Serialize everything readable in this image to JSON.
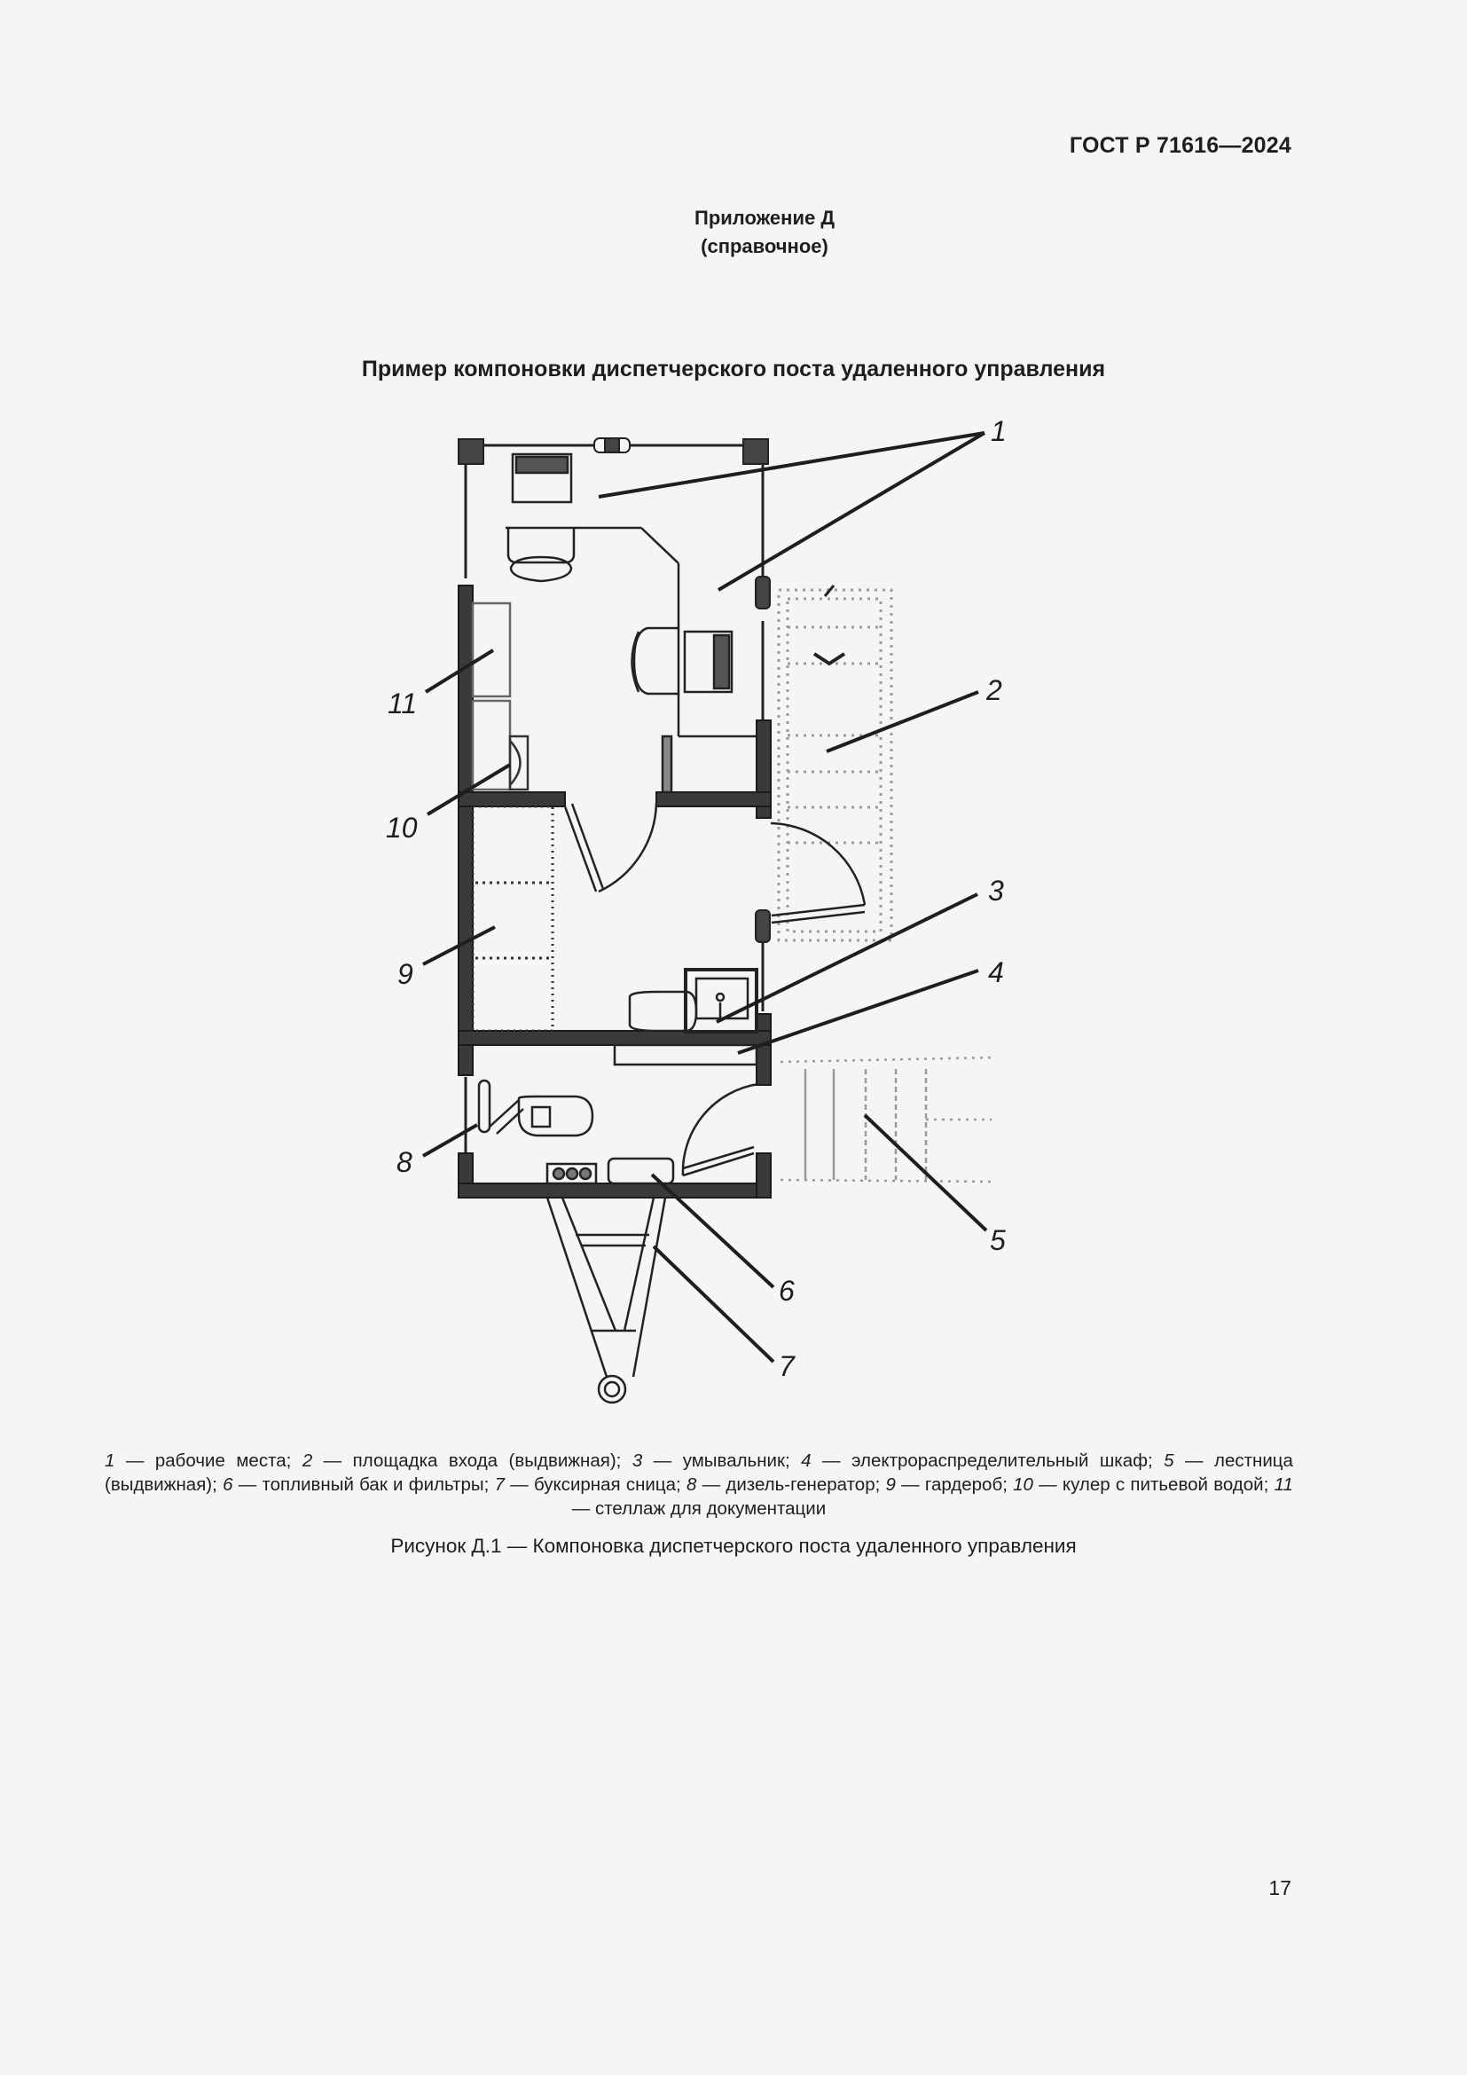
{
  "header": {
    "standard_code": "ГОСТ Р 71616—2024"
  },
  "appendix": {
    "title": "Приложение Д",
    "subtitle": "(справочное)"
  },
  "figure": {
    "heading": "Пример компоновки диспетчерского поста удаленного управления",
    "callouts": [
      "1",
      "2",
      "3",
      "4",
      "5",
      "6",
      "7",
      "8",
      "9",
      "10",
      "11"
    ],
    "legend": [
      {
        "num": "1",
        "text": "рабочие места"
      },
      {
        "num": "2",
        "text": "площадка входа (выдвижная)"
      },
      {
        "num": "3",
        "text": "умывальник"
      },
      {
        "num": "4",
        "text": "электрораспределительный шкаф"
      },
      {
        "num": "5",
        "text": "лестница (выдвижная)"
      },
      {
        "num": "6",
        "text": "топливный бак и фильтры"
      },
      {
        "num": "7",
        "text": "буксирная сница"
      },
      {
        "num": "8",
        "text": "дизель-генератор"
      },
      {
        "num": "9",
        "text": "гардероб"
      },
      {
        "num": "10",
        "text": "кулер с питьевой водой"
      },
      {
        "num": "11",
        "text": "стеллаж для документации"
      }
    ],
    "legend_separator": " — ",
    "caption": "Рисунок Д.1 — Компоновка диспетчерского поста удаленного управления"
  },
  "footer": {
    "page_number": "17"
  }
}
